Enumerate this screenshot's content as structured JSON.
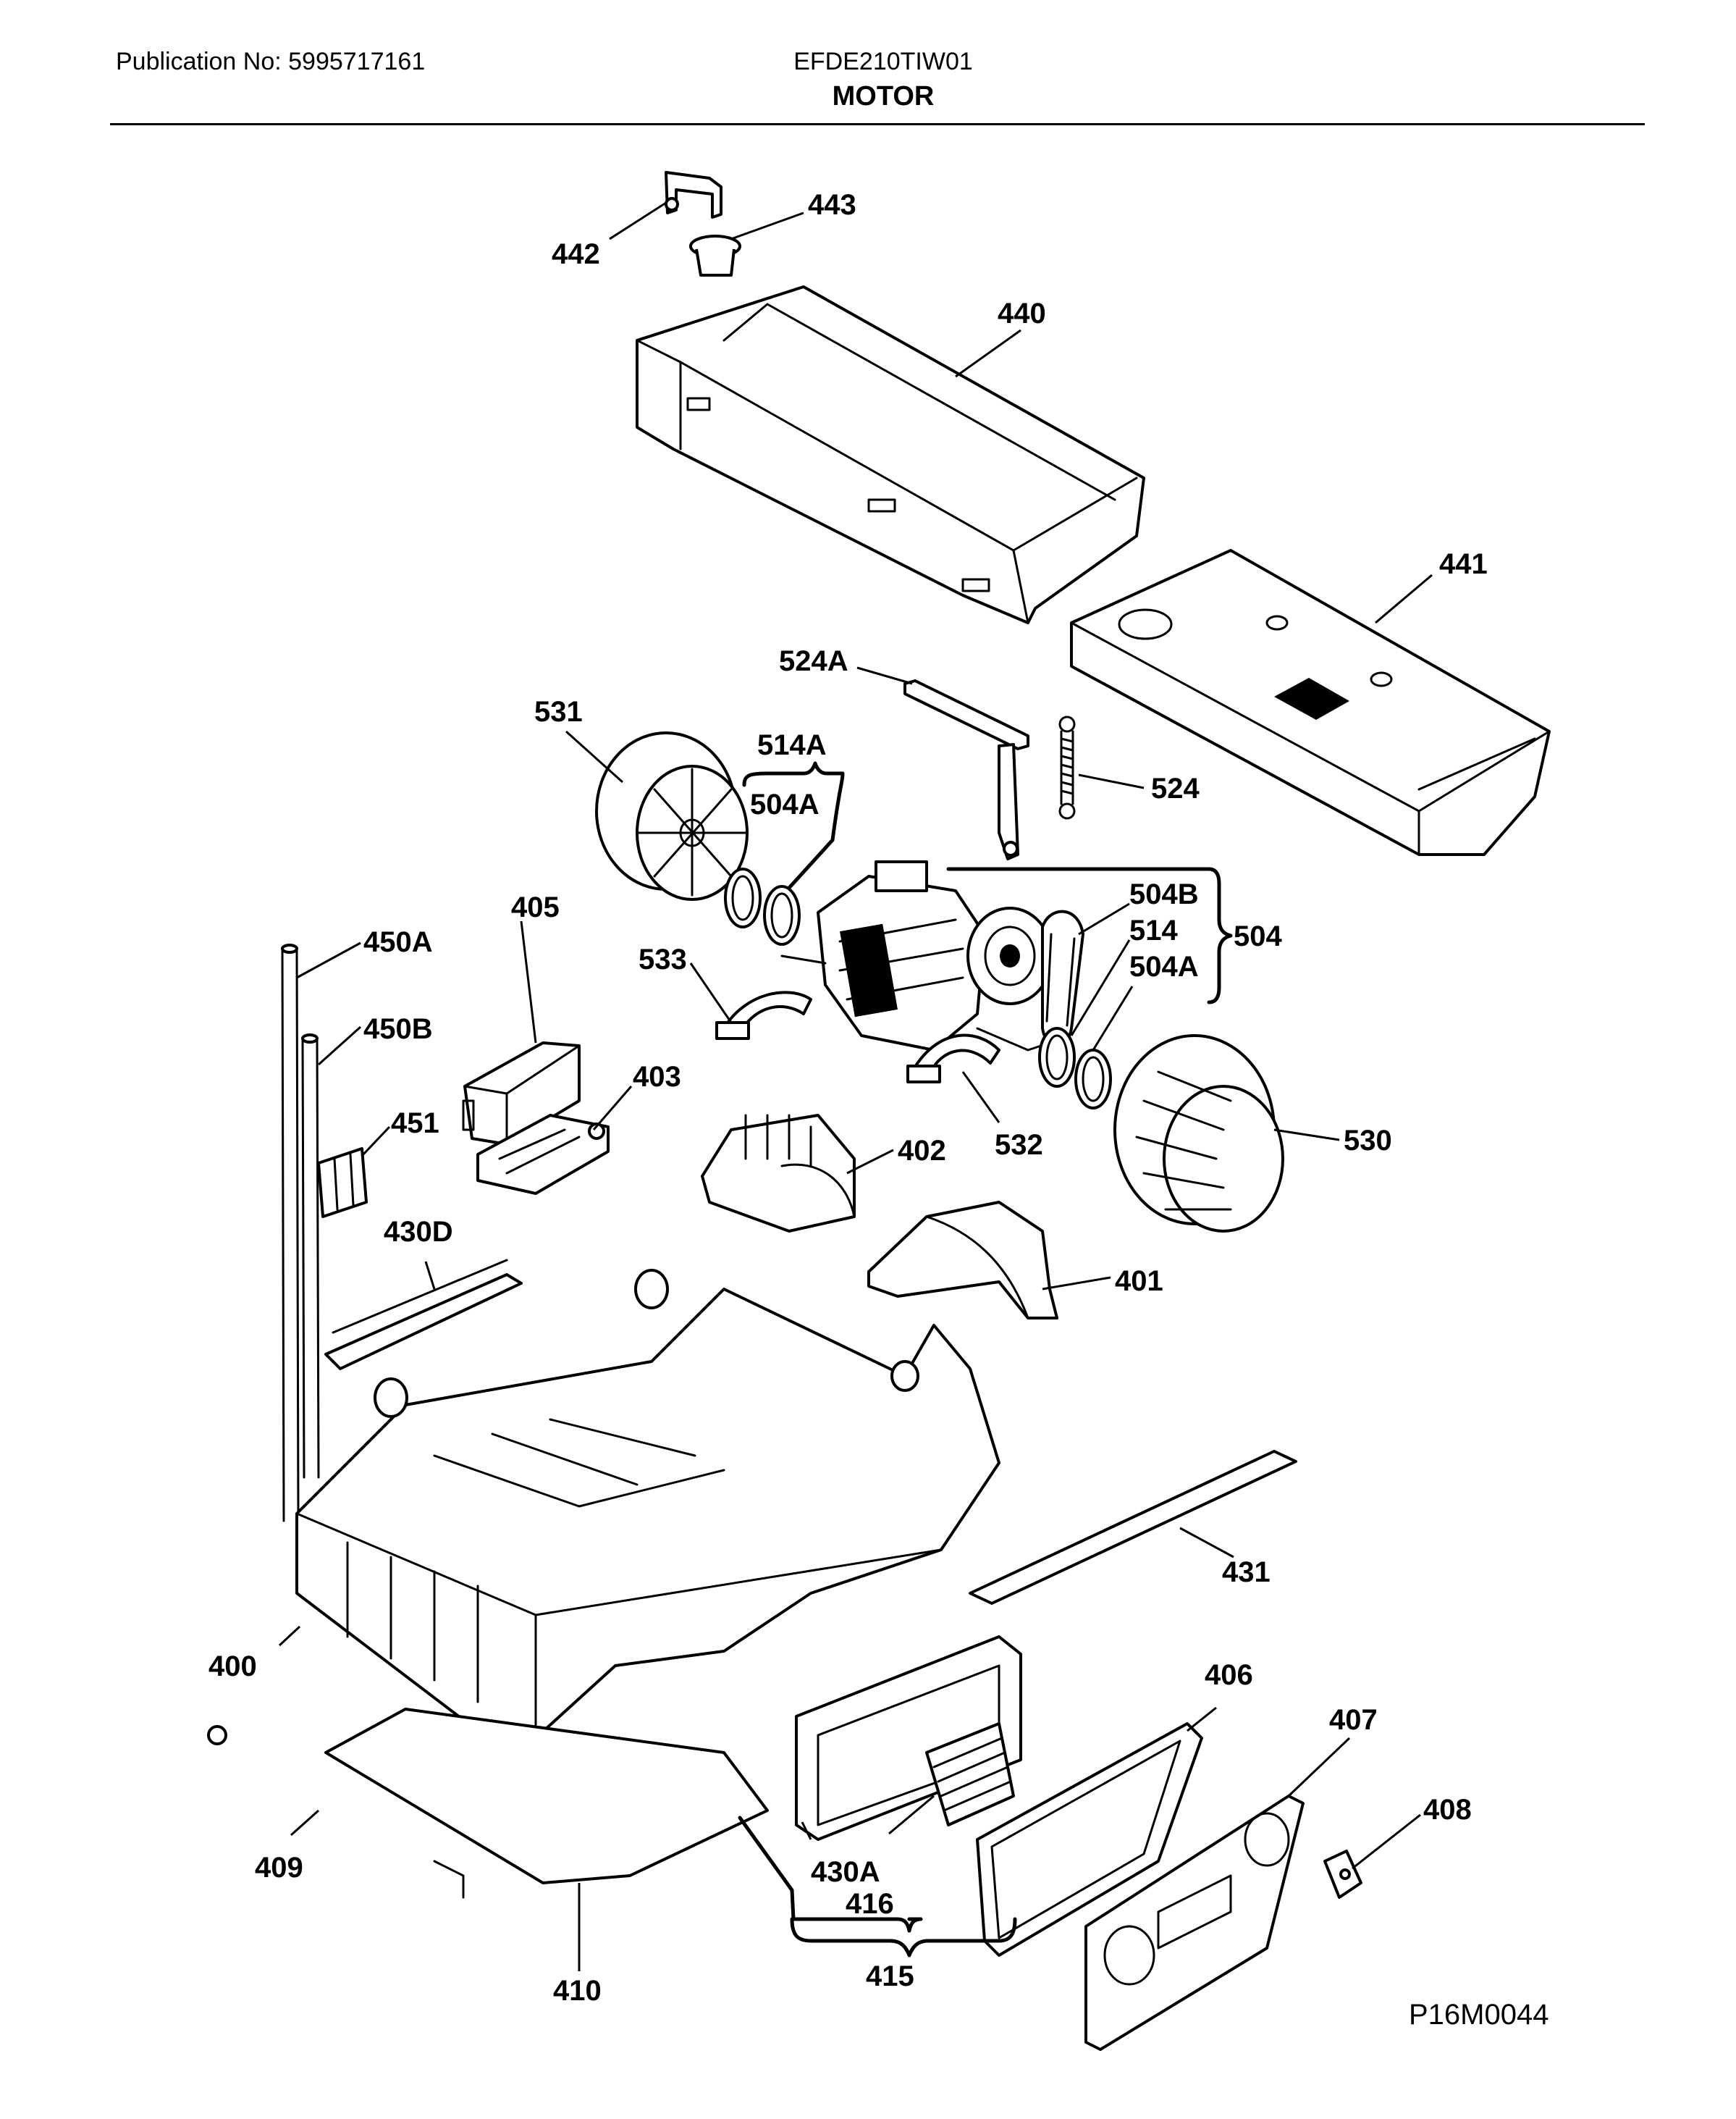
{
  "header": {
    "publication": "Publication No: 5995717161",
    "model": "EFDE210TIW01",
    "title": "MOTOR"
  },
  "footer": {
    "drawing_number": "P16M0044"
  },
  "labels": {
    "p442": "442",
    "p443": "443",
    "p440": "440",
    "p441": "441",
    "p524A": "524A",
    "p531": "531",
    "p514A": "514A",
    "p504A_top": "504A",
    "p524": "524",
    "p504B": "504B",
    "p514": "514",
    "p504": "504",
    "p504A_right": "504A",
    "p405": "405",
    "p450A": "450A",
    "p450B": "450B",
    "p533": "533",
    "p403": "403",
    "p451": "451",
    "p402": "402",
    "p532": "532",
    "p530": "530",
    "p430D": "430D",
    "p401": "401",
    "p431": "431",
    "p400": "400",
    "p406": "406",
    "p407": "407",
    "p408": "408",
    "p409": "409",
    "p430A": "430A",
    "p416": "416",
    "p410": "410",
    "p415": "415"
  }
}
